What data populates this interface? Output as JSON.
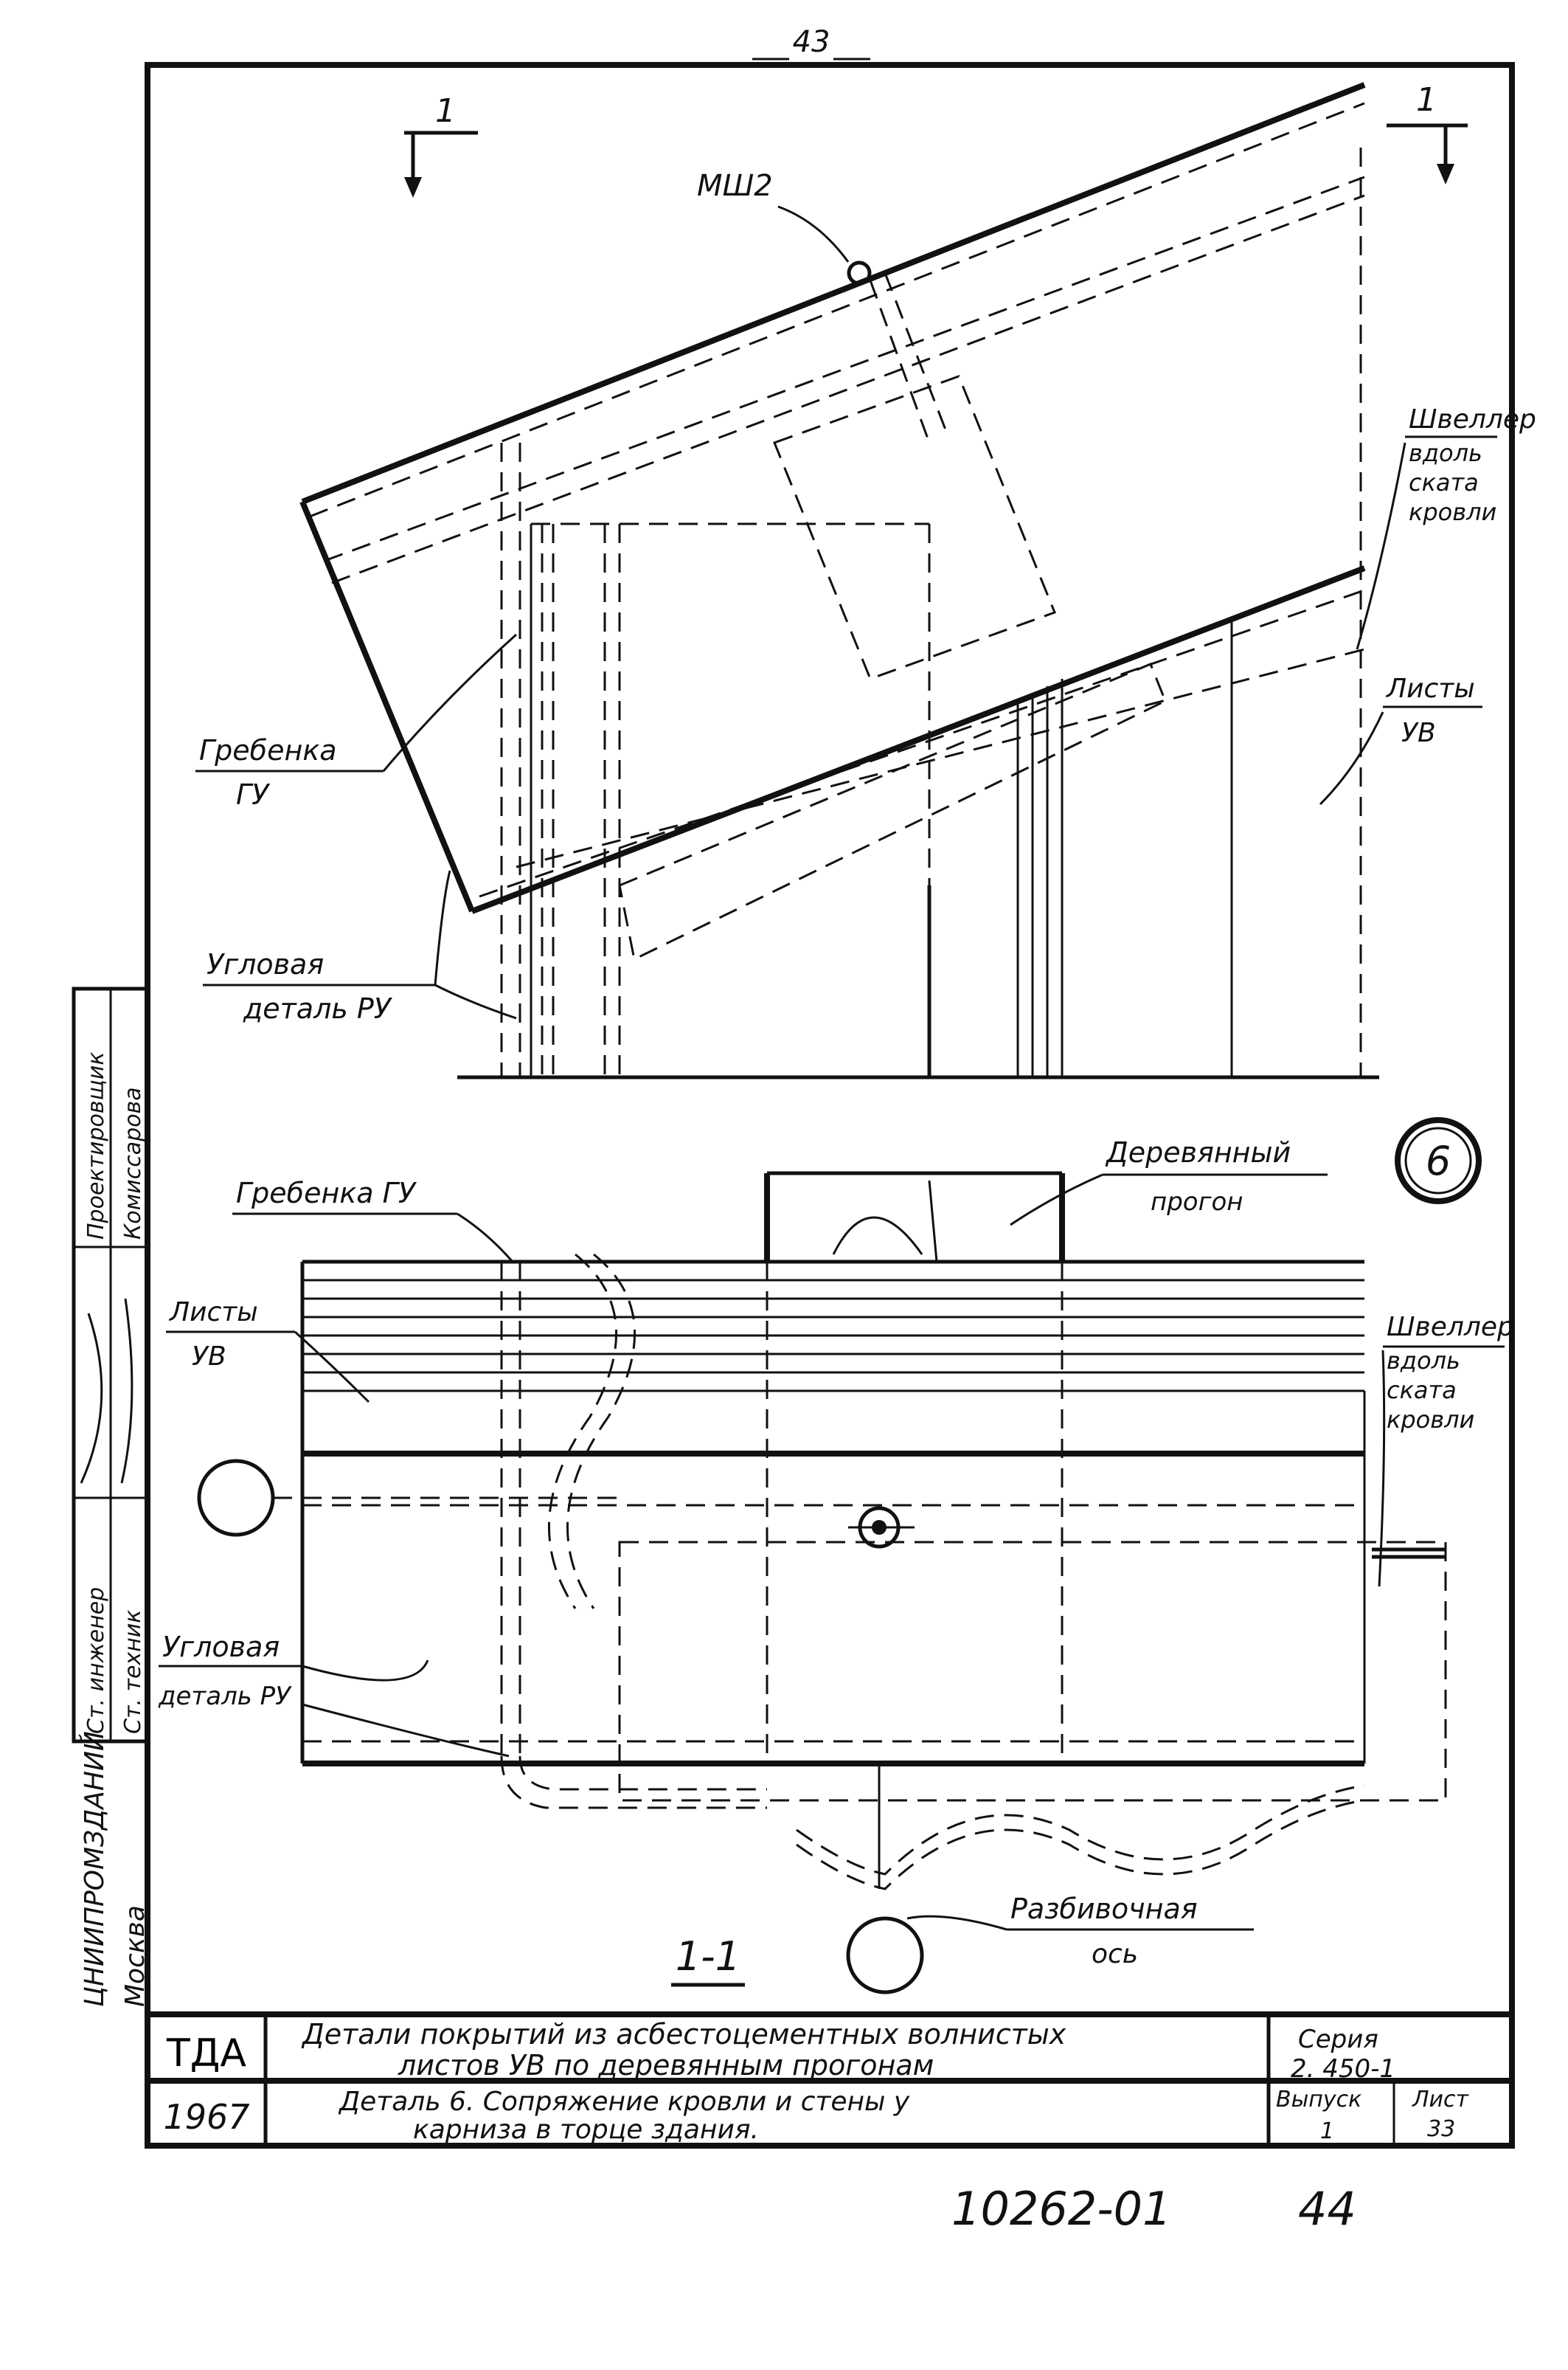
{
  "page_number": "43",
  "labels": {
    "section_mark": "1",
    "msh2": "МШ2",
    "shveller_top": [
      "Швеллер",
      "вдоль",
      "ската",
      "кровли"
    ],
    "listy_top": [
      "Листы",
      "УВ"
    ],
    "grebenka_top": [
      "Гребенка",
      "ГУ"
    ],
    "uglovaya_top": [
      "Угловая",
      "деталь РУ"
    ],
    "detail_number": "6",
    "grebenka_bottom": "Гребенка ГУ",
    "derevyanny": [
      "Деревянный",
      "прогон"
    ],
    "listy_bottom": [
      "Листы",
      "УВ"
    ],
    "shveller_bottom": [
      "Швеллер",
      "вдоль",
      "ската",
      "кровли"
    ],
    "uglovaya_bottom": [
      "Угловая",
      "деталь РУ"
    ],
    "razbivochnaya": [
      "Разбивочная",
      "ось"
    ],
    "section_caption": "1-1"
  },
  "side_stamp": {
    "r1": [
      "Проектировщик",
      "Комиссарова"
    ],
    "r2": [
      "Ст. инженер",
      "Ст. техник"
    ],
    "org": "ЦНИИПРОМЗДАНИЙ",
    "city": "Москва"
  },
  "title_block": {
    "org": "ТДА",
    "year": "1967",
    "title": [
      "Детали покрытий из асбестоцементных волнистых",
      "листов УВ по деревянным прогонам"
    ],
    "subtitle": [
      "Деталь 6. Сопряжение кровли и стены у",
      "карниза в торце здания."
    ],
    "series_label": "Серия",
    "series_value": "2. 450-1",
    "issue_label": "Выпуск",
    "issue_value": "1",
    "sheet_label": "Лист",
    "sheet_value": "33"
  },
  "footer": {
    "doc_number": "10262-01",
    "page": "44"
  }
}
